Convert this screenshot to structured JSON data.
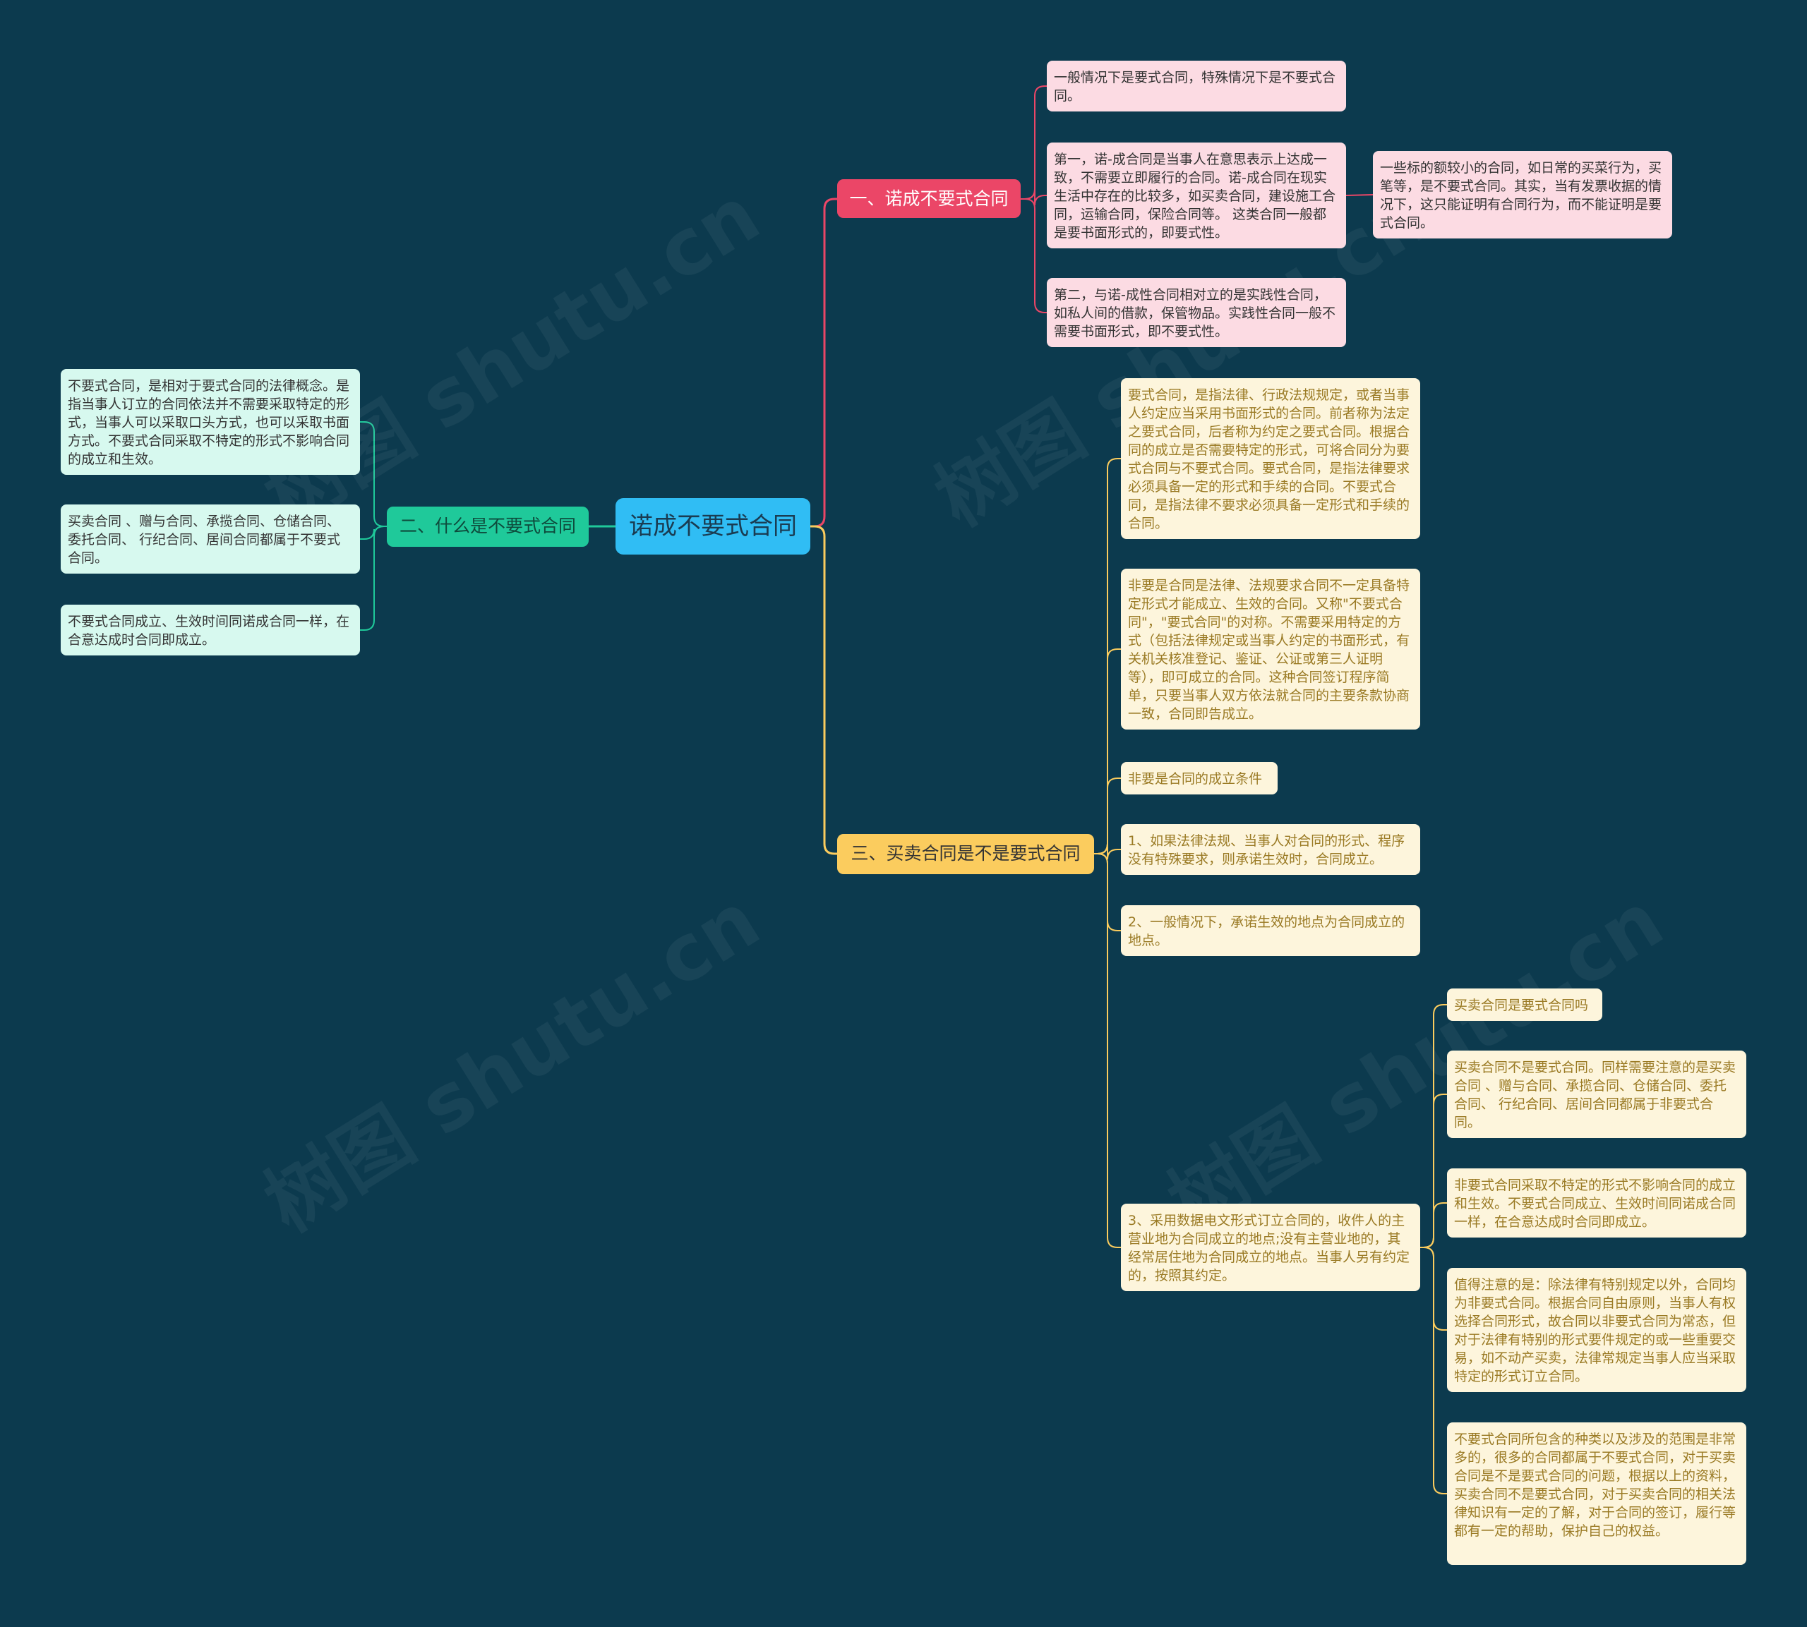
{
  "colors": {
    "background": "#0c3a4e",
    "root": "#30bdf4",
    "branch_pink": "#eb4667",
    "branch_green": "#1fc99a",
    "branch_yellow": "#fbcc5e",
    "leaf_pink": "#fcdbe3",
    "leaf_green": "#d7f9ef",
    "leaf_yellow": "#fdf5dc"
  },
  "watermark": "树图 shutu.cn",
  "root": {
    "label": "诺成不要式合同"
  },
  "branch1": {
    "label": "一、诺成不要式合同",
    "leaves": [
      "一般情况下是要式合同，特殊情况下是不要式合同。",
      "第一，诺-成合同是当事人在意思表示上达成一致，不需要立即履行的合同。诺-成合同在现实生活中存在的比较多，如买卖合同，建设施工合同，运输合同，保险合同等。 这类合同一般都是要书面形式的，即要式性。",
      "第二，与诺-成性合同相对立的是实践性合同，如私人间的借款，保管物品。实践性合同一般不需要书面形式，即不要式性。"
    ],
    "sub": "一些标的额较小的合同，如日常的买菜行为，买笔等，是不要式合同。其实，当有发票收据的情况下，这只能证明有合同行为，而不能证明是要式合同。"
  },
  "branch2": {
    "label": "二、什么是不要式合同",
    "leaves": [
      "不要式合同，是相对于要式合同的法律概念。是指当事人订立的合同依法并不需要采取特定的形式，当事人可以采取口头方式，也可以采取书面方式。不要式合同采取不特定的形式不影响合同的成立和生效。",
      "买卖合同 、赠与合同、承揽合同、仓储合同、委托合同、 行纪合同、居间合同都属于不要式合同。",
      "不要式合同成立、生效时间同诺成合同一样，在合意达成时合同即成立。"
    ]
  },
  "branch3": {
    "label": "三、买卖合同是不是要式合同",
    "leaves": [
      "要式合同，是指法律、行政法规规定，或者当事人约定应当采用书面形式的合同。前者称为法定之要式合同，后者称为约定之要式合同。根据合同的成立是否需要特定的形式，可将合同分为要式合同与不要式合同。要式合同，是指法律要求必须具备一定的形式和手续的合同。不要式合同，是指法律不要求必须具备一定形式和手续的合同。",
      "非要是合同是法律、法规要求合同不一定具备特定形式才能成立、生效的合同。又称\"不要式合同\"，\"要式合同\"的对称。不需要采用特定的方式（包括法律规定或当事人约定的书面形式，有关机关核准登记、鉴证、公证或第三人证明等），即可成立的合同。这种合同签订程序简单，只要当事人双方依法就合同的主要条款协商一致，合同即告成立。",
      "非要是合同的成立条件",
      "1、如果法律法规、当事人对合同的形式、程序没有特殊要求，则承诺生效时，合同成立。",
      "2、一般情况下，承诺生效的地点为合同成立的地点。",
      "3、采用数据电文形式订立合同的，收件人的主营业地为合同成立的地点;没有主营业地的，其经常居住地为合同成立的地点。当事人另有约定的，按照其约定。"
    ],
    "sub": [
      "买卖合同是要式合同吗",
      "买卖合同不是要式合同。同样需要注意的是买卖合同 、赠与合同、承揽合同、仓储合同、委托合同、 行纪合同、居间合同都属于非要式合同。",
      "非要式合同采取不特定的形式不影响合同的成立和生效。不要式合同成立、生效时间同诺成合同一样，在合意达成时合同即成立。",
      "值得注意的是：除法律有特别规定以外，合同均为非要式合同。根据合同自由原则，当事人有权选择合同形式，故合同以非要式合同为常态，但对于法律有特别的形式要件规定的或一些重要交易，如不动产买卖，法律常规定当事人应当采取特定的形式订立合同。",
      "不要式合同所包含的种类以及涉及的范围是非常多的，很多的合同都属于不要式合同，对于买卖合同是不是要式合同的问题，根据以上的资料，买卖合同不是要式合同，对于买卖合同的相关法律知识有一定的了解，对于合同的签订，履行等都有一定的帮助，保护自己的权益。"
    ]
  }
}
